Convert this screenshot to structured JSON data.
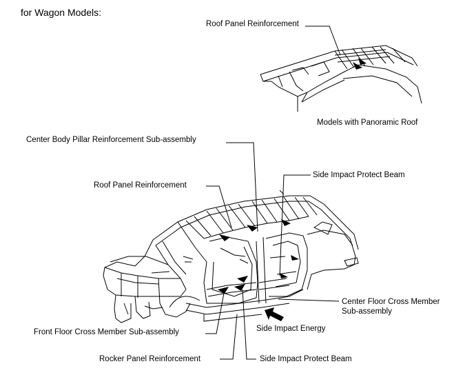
{
  "header": {
    "text": "for Wagon Models:"
  },
  "inset": {
    "label_roof": "Roof Panel Reinforcement",
    "caption": "Models with Panoramic Roof"
  },
  "labels": {
    "center_pillar": "Center Body Pillar Reinforcement Sub-assembly",
    "roof_panel": "Roof Panel Reinforcement",
    "side_beam_top": "Side Impact Protect Beam",
    "center_floor_line1": "Center Floor Cross Member",
    "center_floor_line2": "Sub-assembly",
    "side_energy": "Side Impact Energy",
    "front_floor": "Front Floor Cross Member Sub-assembly",
    "rocker": "Rocker Panel Reinforcement",
    "side_beam_bottom": "Side Impact Protect Beam"
  }
}
